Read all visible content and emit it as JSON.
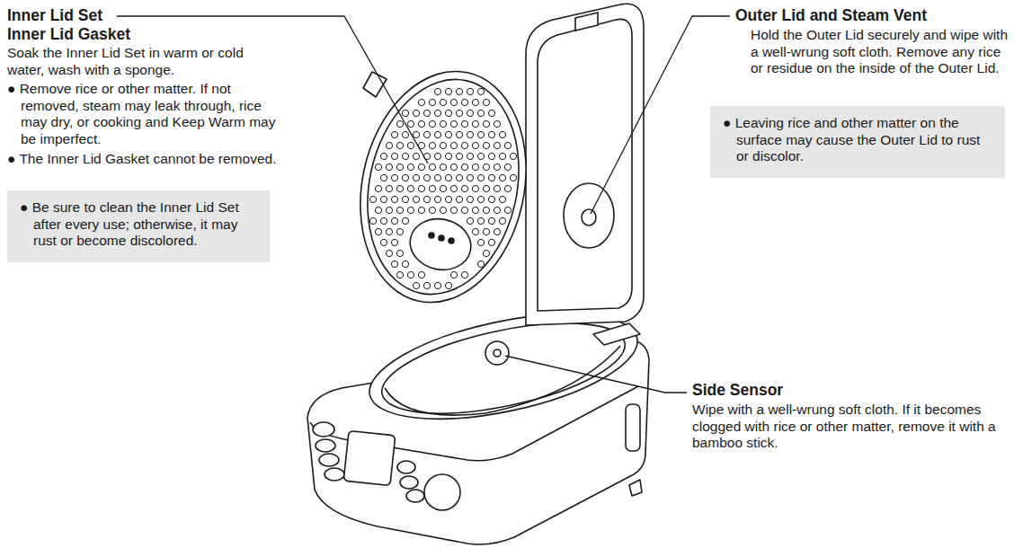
{
  "diagram": {
    "nodes": [
      {
        "text": [
          "● Be sure to clean the Inner Lid Set after every use; otherwise, it may rust or become discolored."
        ]
      },
      {
        "text": [
          "● Leaving rice and other matter on the surface may cause the Outer Lid to rust or discolor."
        ]
      }
    ],
    "labels": [
      "Inner Lid Set",
      "Inner Lid Gasket",
      "Soak the Inner Lid Set in warm or cold water, wash with a sponge.",
      "● Remove rice or other matter. If not removed, steam may leak through, rice may dry, or cooking and Keep Warm may be imperfect.",
      "● The Inner Lid Gasket cannot be removed.",
      "Outer Lid and Steam Vent",
      "Hold the Outer Lid securely and wipe with a well-wrung soft cloth. Remove any rice or residue on the inside of the Outer Lid.",
      "Side Sensor",
      "Wipe with a well-wrung soft cloth. If it becomes clogged with rice or other matter, remove it with a bamboo stick."
    ]
  }
}
